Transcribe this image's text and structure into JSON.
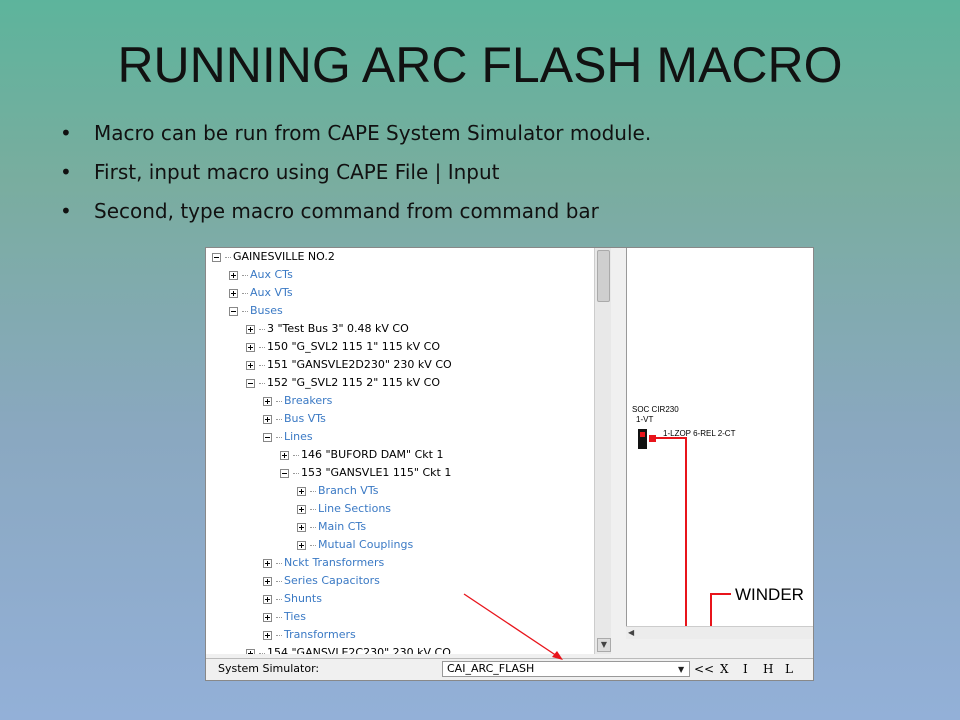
{
  "slide": {
    "title": "RUNNING ARC FLASH MACRO",
    "bullets": [
      "Macro can be run from CAPE System Simulator module.",
      "First, input macro using CAPE  File | Input",
      "Second, type macro command from command bar"
    ]
  },
  "tree": {
    "items": [
      {
        "label": "GAINESVILLE NO.2",
        "state": "expanded",
        "level": 0,
        "blue": false
      },
      {
        "label": "Aux CTs",
        "state": "collapsed",
        "level": 1,
        "blue": true
      },
      {
        "label": "Aux VTs",
        "state": "collapsed",
        "level": 1,
        "blue": true
      },
      {
        "label": "Buses",
        "state": "expanded",
        "level": 1,
        "blue": true
      },
      {
        "label": "3 \"Test Bus 3\" 0.48 kV CO",
        "state": "collapsed",
        "level": 2,
        "blue": false
      },
      {
        "label": "150 \"G_SVL2 115 1\" 115 kV CO",
        "state": "collapsed",
        "level": 2,
        "blue": false
      },
      {
        "label": "151 \"GANSVLE2D230\" 230 kV CO",
        "state": "collapsed",
        "level": 2,
        "blue": false
      },
      {
        "label": "152 \"G_SVL2 115 2\" 115 kV CO",
        "state": "expanded",
        "level": 2,
        "blue": false
      },
      {
        "label": "Breakers",
        "state": "collapsed",
        "level": 3,
        "blue": true
      },
      {
        "label": "Bus VTs",
        "state": "collapsed",
        "level": 3,
        "blue": true
      },
      {
        "label": "Lines",
        "state": "expanded",
        "level": 3,
        "blue": true
      },
      {
        "label": "146 \"BUFORD DAM\" Ckt 1",
        "state": "collapsed",
        "level": 4,
        "blue": false
      },
      {
        "label": "153 \"GANSVLE1 115\" Ckt 1",
        "state": "expanded",
        "level": 4,
        "blue": false
      },
      {
        "label": "Branch VTs",
        "state": "collapsed",
        "level": 5,
        "blue": true
      },
      {
        "label": "Line Sections",
        "state": "collapsed",
        "level": 5,
        "blue": true
      },
      {
        "label": "Main CTs",
        "state": "collapsed",
        "level": 5,
        "blue": true
      },
      {
        "label": "Mutual Couplings",
        "state": "collapsed",
        "level": 5,
        "blue": true
      },
      {
        "label": "Nckt Transformers",
        "state": "collapsed",
        "level": 3,
        "blue": true
      },
      {
        "label": "Series Capacitors",
        "state": "collapsed",
        "level": 3,
        "blue": true
      },
      {
        "label": "Shunts",
        "state": "collapsed",
        "level": 3,
        "blue": true
      },
      {
        "label": "Ties",
        "state": "collapsed",
        "level": 3,
        "blue": true
      },
      {
        "label": "Transformers",
        "state": "collapsed",
        "level": 3,
        "blue": true
      },
      {
        "label": "154 \"GANSVLE2C230\" 230 kV CO",
        "state": "collapsed",
        "level": 2,
        "blue": false
      }
    ]
  },
  "diagram": {
    "label_soc": "SOC CIR230",
    "label_vt": "1-VT",
    "label_relay": "1-LZOP 6-REL 2-CT",
    "label_bus": "WINDER"
  },
  "command_bar": {
    "label": "System Simulator:",
    "value": "CAI_ARC_FLASH",
    "buttons": [
      "<<",
      "X",
      "I",
      "H",
      "L"
    ]
  },
  "colors": {
    "tree_blue": "#3a79c4",
    "line_red": "#e8141b"
  }
}
